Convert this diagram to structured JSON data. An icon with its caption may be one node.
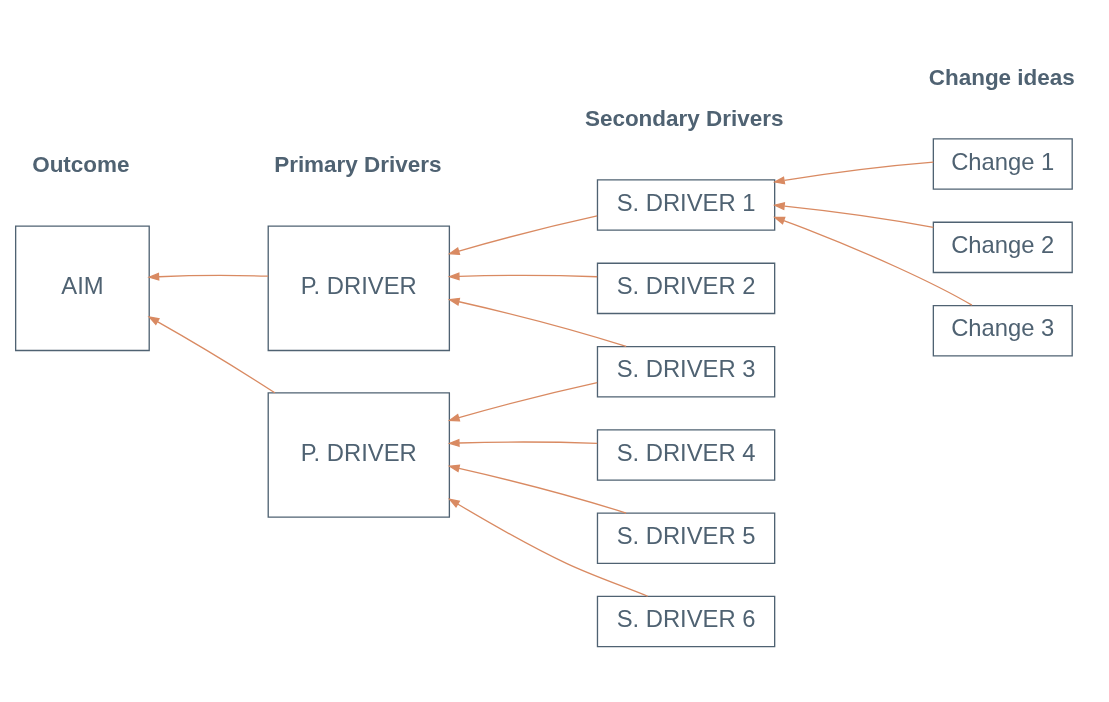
{
  "diagram": {
    "nodes": [
      {
        "text": [
          "AIM"
        ]
      },
      {
        "text": [
          "P. DRIVER"
        ]
      },
      {
        "text": [
          "P. DRIVER"
        ]
      },
      {
        "text": [
          "S. DRIVER 1"
        ]
      },
      {
        "text": [
          "S. DRIVER 2"
        ]
      },
      {
        "text": [
          "S. DRIVER 3"
        ]
      },
      {
        "text": [
          "S. DRIVER 4"
        ]
      },
      {
        "text": [
          "S. DRIVER 5"
        ]
      },
      {
        "text": [
          "S. DRIVER 6"
        ]
      },
      {
        "text": [
          "Change 1"
        ]
      },
      {
        "text": [
          "Change 2"
        ]
      },
      {
        "text": [
          "Change 3"
        ]
      }
    ],
    "edges": [
      {
        "from": 1,
        "to": 0,
        "arrow": "to"
      },
      {
        "from": 2,
        "to": 0,
        "arrow": "to"
      },
      {
        "from": 3,
        "to": 1,
        "arrow": "to"
      },
      {
        "from": 4,
        "to": 1,
        "arrow": "to"
      },
      {
        "from": 5,
        "to": 1,
        "arrow": "to"
      },
      {
        "from": 5,
        "to": 2,
        "arrow": "to"
      },
      {
        "from": 6,
        "to": 2,
        "arrow": "to"
      },
      {
        "from": 7,
        "to": 2,
        "arrow": "to"
      },
      {
        "from": 8,
        "to": 2,
        "arrow": "to"
      },
      {
        "from": 9,
        "to": 3,
        "arrow": "to"
      },
      {
        "from": 10,
        "to": 3,
        "arrow": "to"
      },
      {
        "from": 11,
        "to": 3,
        "arrow": "to"
      }
    ],
    "labels": [
      "Outcome",
      "Primary Drivers",
      "Secondary Drivers",
      "Change ideas"
    ]
  }
}
